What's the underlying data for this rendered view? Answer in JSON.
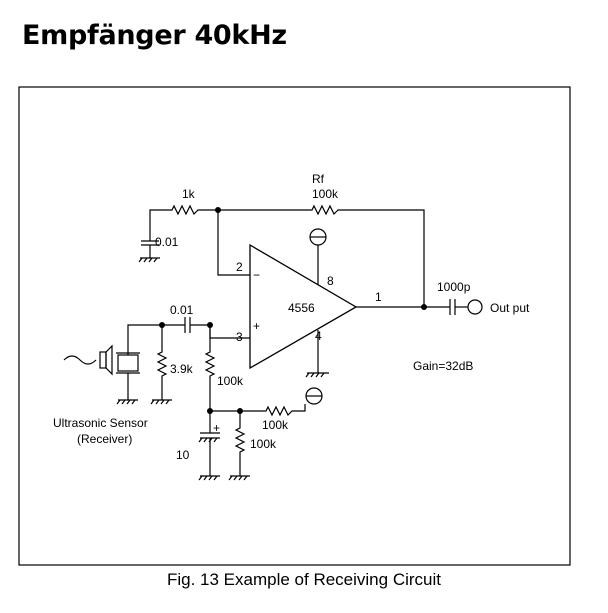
{
  "title": "Empfänger 40kHz",
  "caption": "Fig. 13  Example of Receiving Circuit",
  "labels": {
    "r_input": "1k",
    "c_input": "0.01",
    "rf_name": "Rf",
    "rf_value": "100k",
    "opamp": "4556",
    "pin2": "2",
    "pin_minus": "−",
    "pin3": "3",
    "pin_plus": "+",
    "pin8": "8",
    "pin4": "4",
    "pin1": "1",
    "c_out": "1000p",
    "output": "Out put",
    "c_couple": "0.01",
    "r_sensor": "3.9k",
    "r_bias": "100k",
    "r_div1": "100k",
    "r_div2": "100k",
    "c_bypass": "10",
    "c_bypass_plus": "+",
    "gain": "Gain=32dB",
    "sensor_line1": "Ultrasonic Sensor",
    "sensor_line2": "(Receiver)"
  }
}
